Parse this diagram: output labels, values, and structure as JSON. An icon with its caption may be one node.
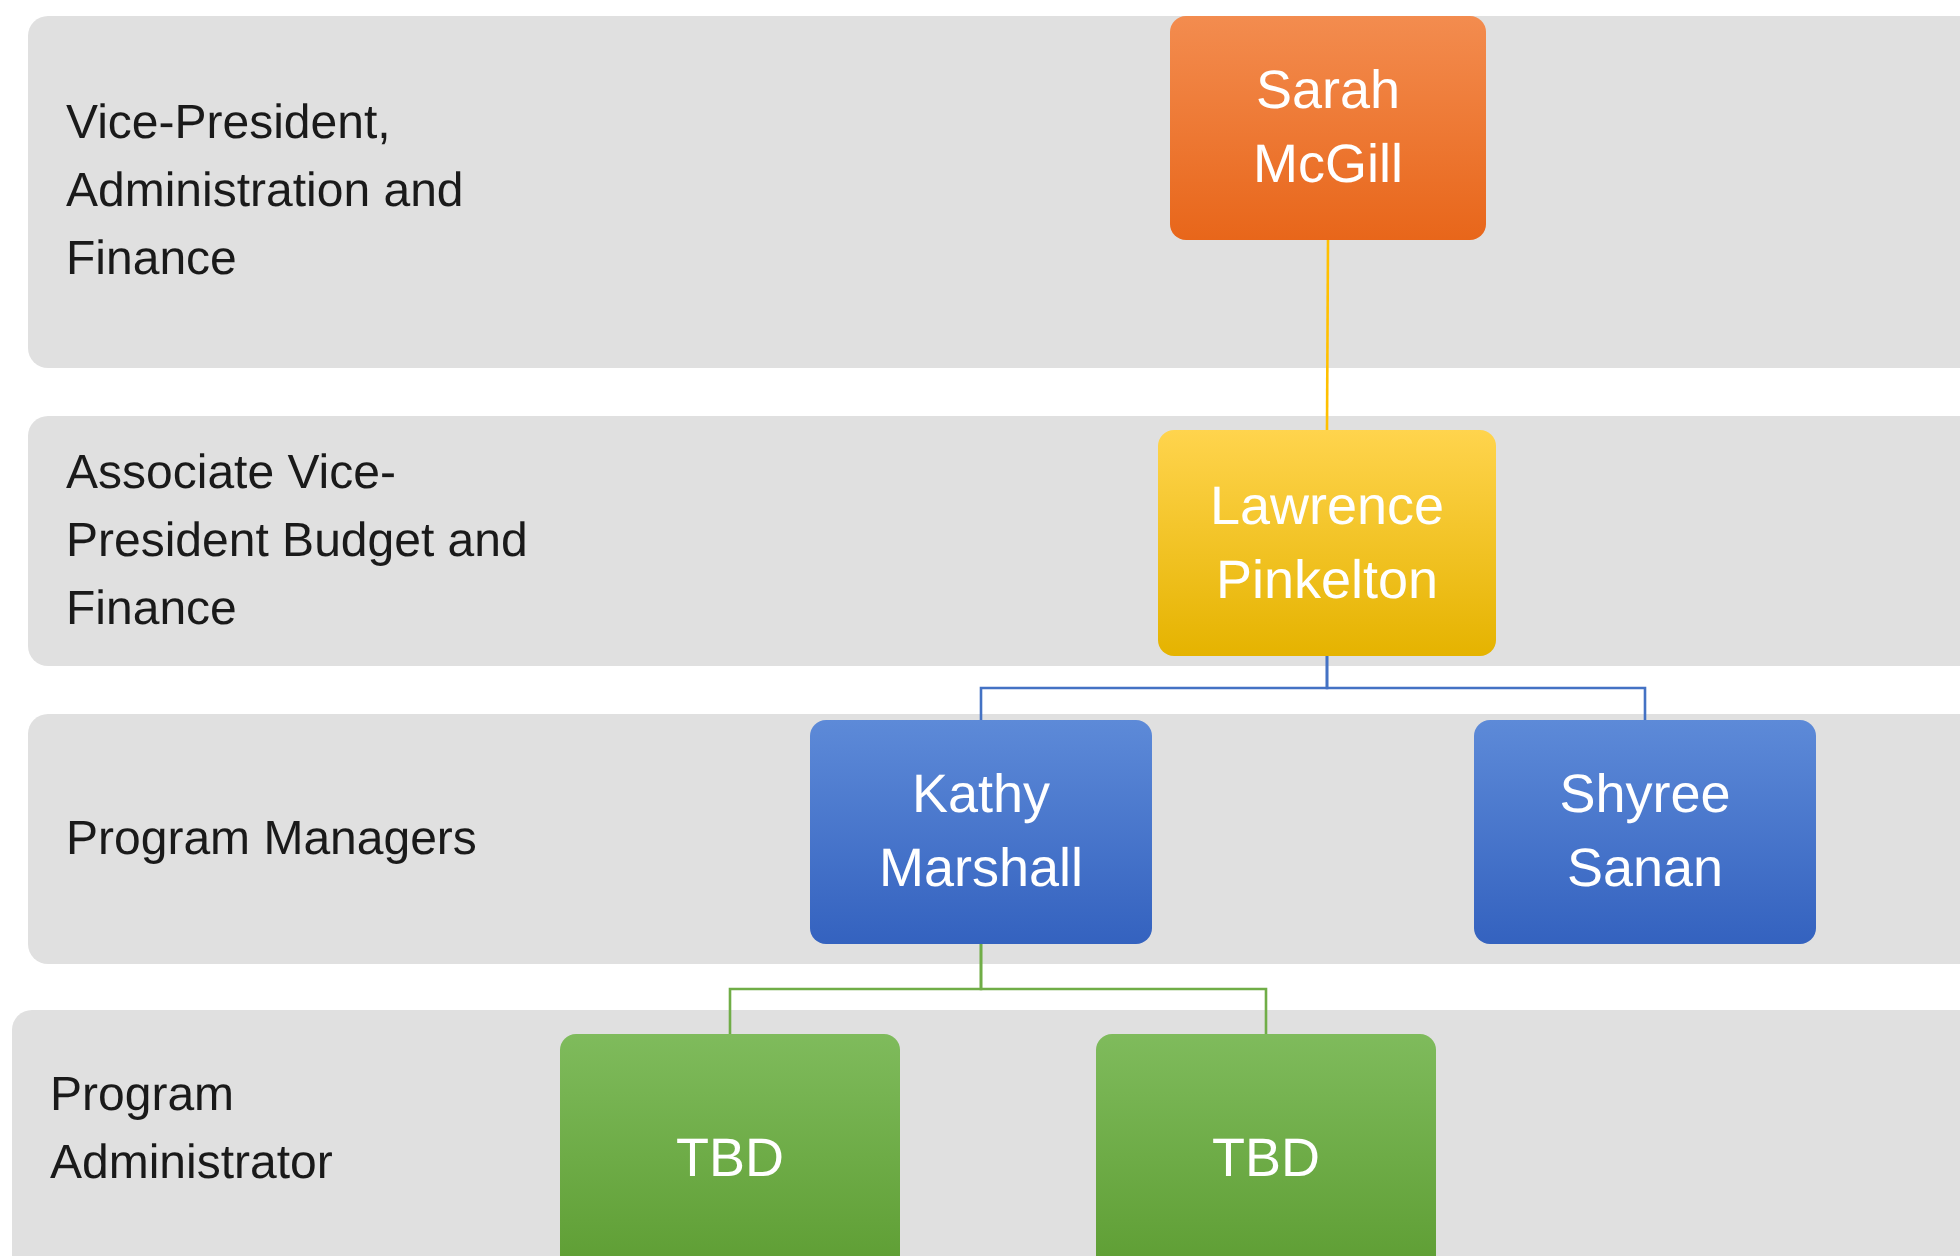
{
  "diagram": {
    "nodes": [
      {
        "text": [
          "Vice-President, Administration and Finance"
        ]
      },
      {
        "text": [
          "Sarah McGill"
        ],
        "in": 0
      },
      {
        "text": [
          "Associate Vice-President Budget and Finance"
        ]
      },
      {
        "text": [
          "Lawrence Pinkelton"
        ],
        "in": 2
      },
      {
        "text": [
          "Program Managers"
        ]
      },
      {
        "text": [
          "Kathy Marshall"
        ],
        "in": 4
      },
      {
        "text": [
          "Shyree Sanan"
        ],
        "in": 4
      },
      {
        "text": [
          "Program Administrator"
        ]
      },
      {
        "text": [
          "TBD"
        ],
        "in": 7
      },
      {
        "text": [
          "TBD"
        ],
        "in": 7
      }
    ],
    "edges": [
      {
        "from": 1,
        "to": 3,
        "arrow": "none",
        "color": "#ffc000"
      },
      {
        "from": 3,
        "to": 5,
        "arrow": "none"
      },
      {
        "from": 3,
        "to": 6,
        "arrow": "none"
      },
      {
        "from": 5,
        "to": 8,
        "arrow": "none",
        "color": "#70ad47"
      },
      {
        "from": 5,
        "to": 9,
        "arrow": "none",
        "color": "#70ad47"
      }
    ]
  }
}
